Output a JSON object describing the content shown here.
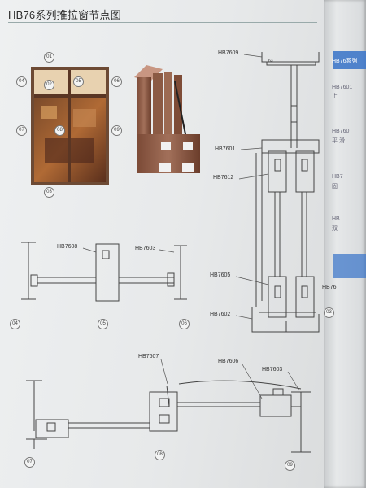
{
  "page": {
    "title": "HB76系列推拉窗节点图"
  },
  "window_photo": {
    "markers": [
      "01",
      "02",
      "05",
      "06",
      "04",
      "07",
      "08",
      "09",
      "03"
    ]
  },
  "nodes": {
    "n03": {
      "label_top": "HB7609",
      "label_a": "HB7601",
      "label_b": "HB7612",
      "label_c": "HB7605",
      "label_d": "HB7602",
      "label_e": "HB76",
      "num": "03",
      "mini": "63"
    },
    "n04": {
      "num": "04"
    },
    "n05": {
      "label": "HB7608",
      "num": "05"
    },
    "n06": {
      "label": "HB7603",
      "num": "06"
    },
    "n07": {
      "num": "07"
    },
    "n08": {
      "label_a": "HB7607",
      "label_b": "HB7606",
      "num": "08"
    },
    "n09": {
      "label": "HB7603",
      "num": "09"
    }
  },
  "right_page": {
    "tab_text": "HB76系列",
    "lines": [
      "HB7601",
      "上",
      "HB760",
      "平 滑",
      "HB7",
      "固",
      "HB",
      "双"
    ]
  }
}
